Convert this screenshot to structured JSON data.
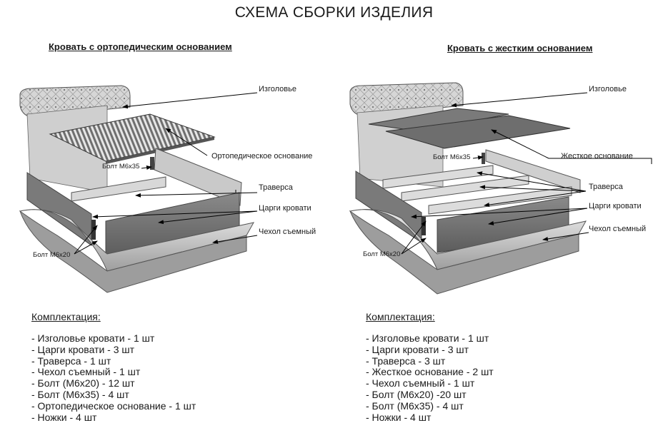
{
  "title": "СХЕМА СБОРКИ ИЗДЕЛИЯ",
  "left": {
    "subtitle": "Кровать с ортопедическим основанием",
    "callouts": {
      "headboard": "Изголовье",
      "slats": "Ортопедическое основание",
      "bolt35": "Болт М6х35",
      "traversa": "Траверса",
      "rails": "Царги кровати",
      "cover": "Чехол съемный",
      "bolt20": "Болт М6х20"
    },
    "kit_heading": "Комплектация:",
    "kit": [
      "- Изголовье кровати - 1 шт",
      "- Царги кровати - 3 шт",
      "- Траверса - 1 шт",
      "- Чехол съемный - 1 шт",
      "- Болт (М6х20) - 12 шт",
      "- Болт (М6х35) - 4 шт",
      "- Ортопедическое основание - 1 шт",
      "- Ножки - 4 шт"
    ]
  },
  "right": {
    "subtitle": "Кровать с жестким основанием",
    "callouts": {
      "headboard": "Изголовье",
      "hardbase": "Жесткое  основание",
      "bolt35": "Болт М6х35",
      "traversa": "Траверса",
      "rails": "Царги кровати",
      "cover": "Чехол съемный",
      "bolt20": "Болт М6х20"
    },
    "kit_heading": "Комплектация:",
    "kit": [
      "- Изголовье кровати - 1 шт",
      "- Царги кровати - 3 шт",
      "- Траверса - 3 шт",
      "- Жесткое основание - 2 шт",
      "- Чехол съемный - 1 шт",
      "- Болт (М6х20) -20 шт",
      "- Болт (М6х35) - 4 шт",
      "- Ножки - 4 шт"
    ]
  }
}
